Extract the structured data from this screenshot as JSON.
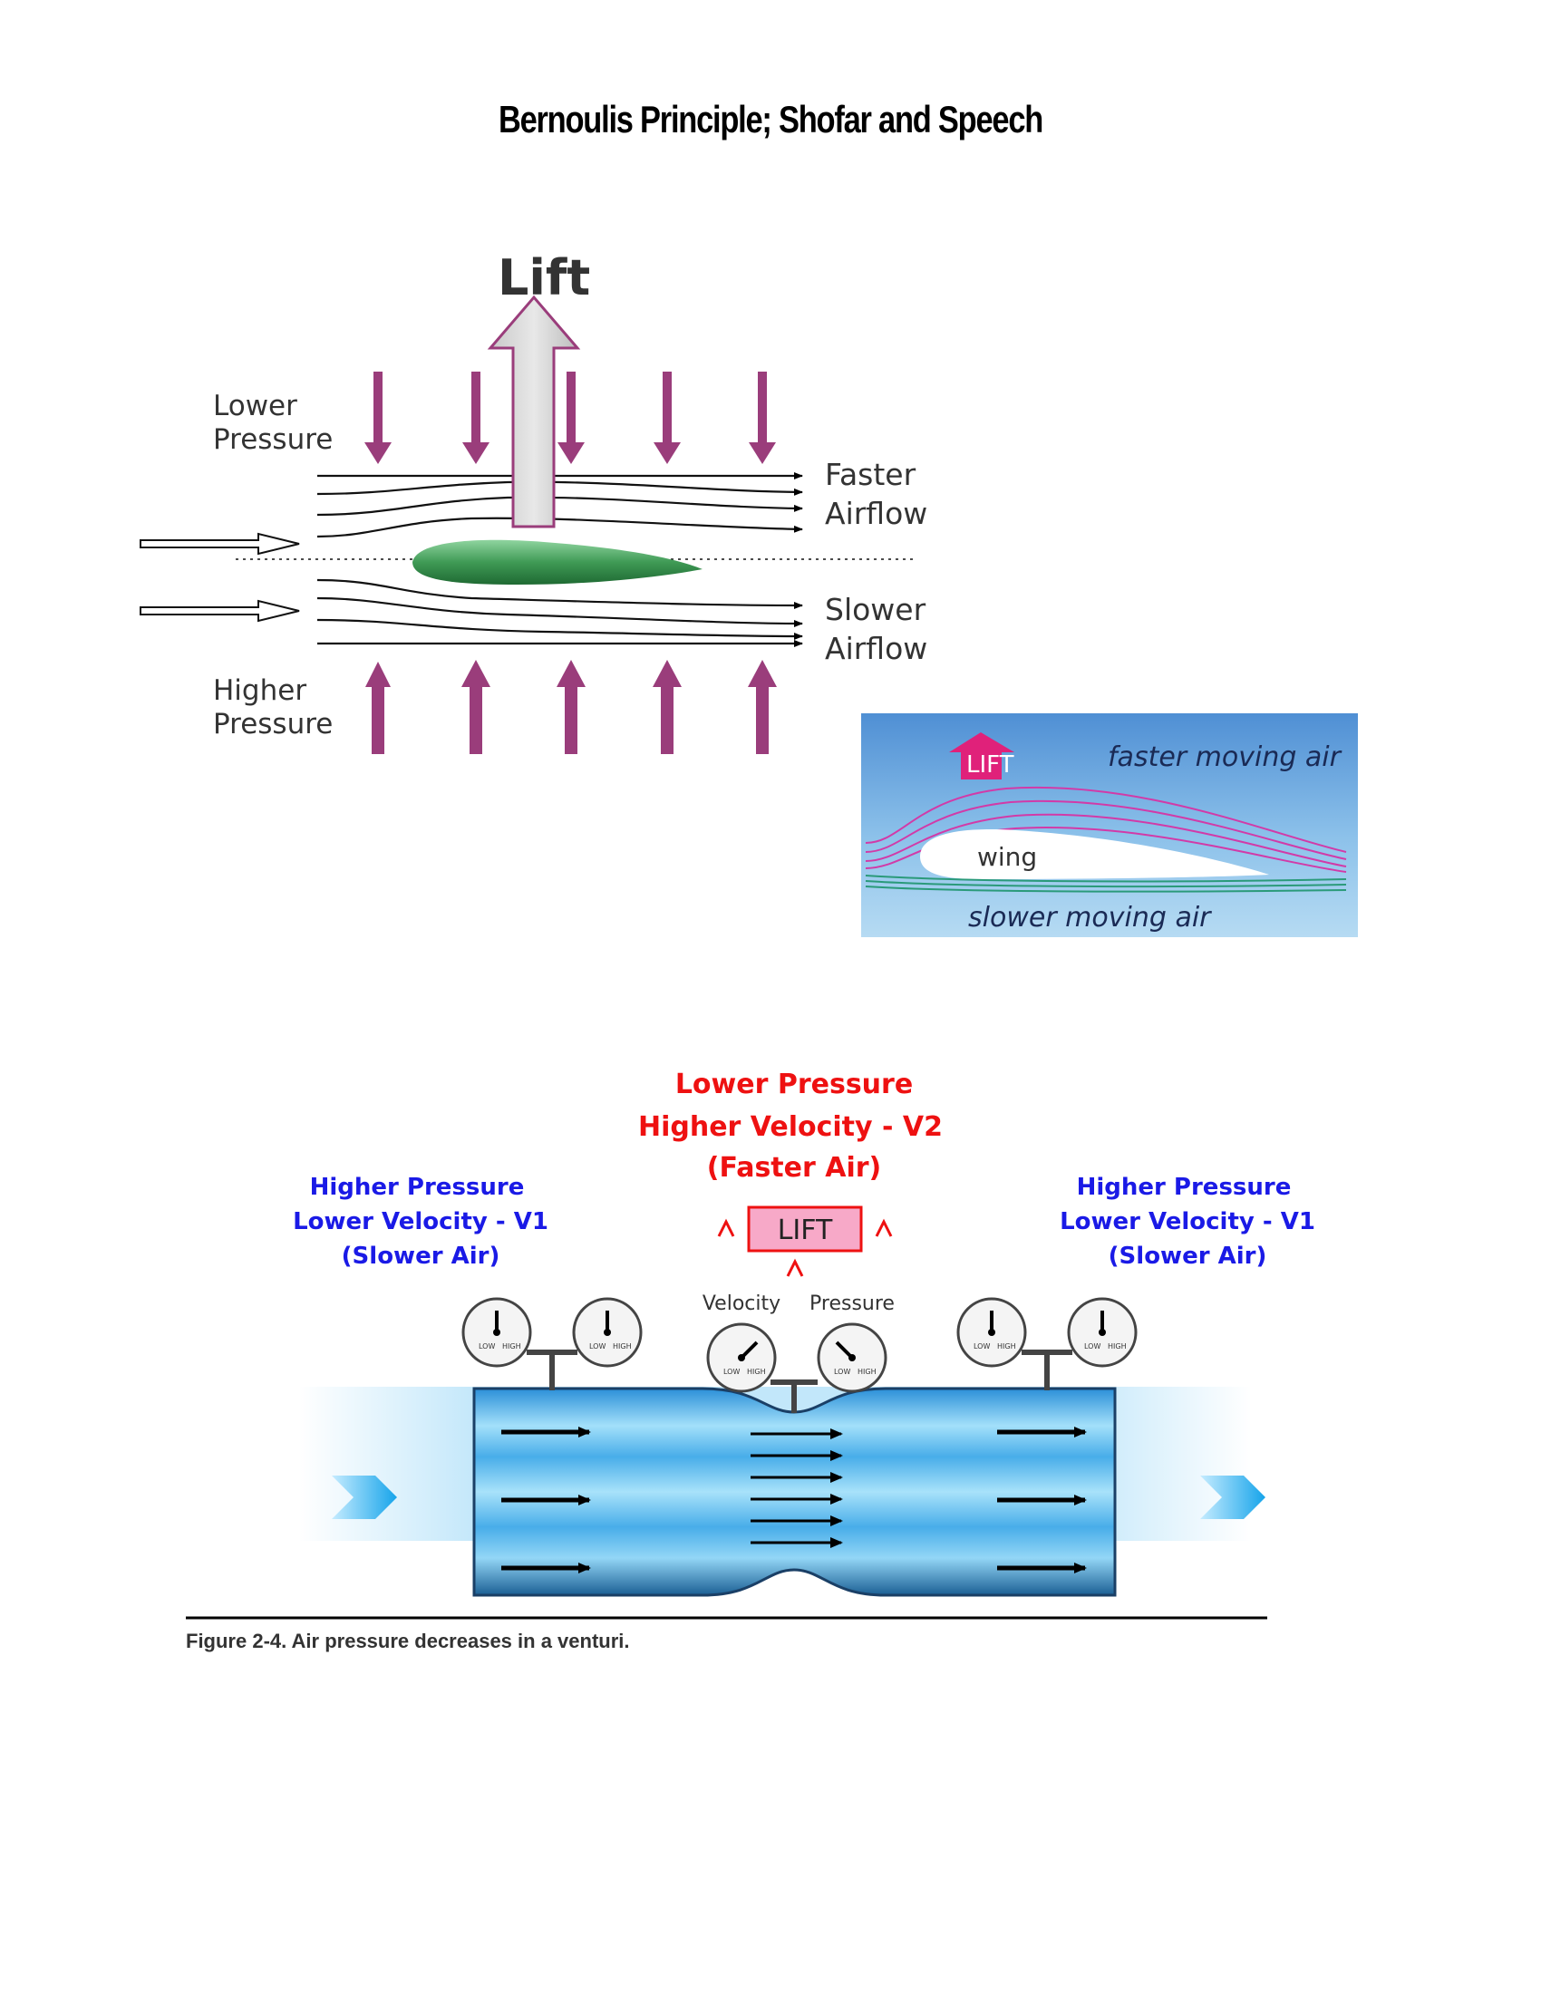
{
  "title": "Bernoulis Principle; Shofar and Speech",
  "airfoil": {
    "lift_label": "Lift",
    "lower_pressure": [
      "Lower",
      "Pressure"
    ],
    "higher_pressure": [
      "Higher",
      "Pressure"
    ],
    "faster_airflow": [
      "Faster",
      "Airflow"
    ],
    "slower_airflow": [
      "Slower",
      "Airflow"
    ]
  },
  "wing_inset": {
    "lift_badge": "LIFT",
    "top_label": "faster moving air",
    "wing_label": "wing",
    "bottom_label": "slower moving air"
  },
  "venturi": {
    "center_lines": [
      "Lower Pressure",
      "Higher Velocity -  V2",
      "(Faster Air)"
    ],
    "left_lines": [
      "Higher Pressure",
      "Lower Velocity - V1",
      "(Slower Air)"
    ],
    "right_lines": [
      "Higher Pressure",
      "Lower Velocity - V1",
      "(Slower Air)"
    ],
    "lift_box": "LIFT",
    "velocity_label": "Velocity",
    "pressure_label": "Pressure",
    "gauge_low": "LOW",
    "gauge_high": "HIGH"
  },
  "caption": "Figure 2-4. Air pressure decreases in a venturi.",
  "colors": {
    "purple_arrow": "#9a3d7b",
    "wing_green": "#3f9a55",
    "inset_bg": "#5d9bd8",
    "red_text": "#ee1111",
    "blue_text": "#1a1ae6",
    "lift_box_fill": "#f7a9c8",
    "tube_blue": "#4fb3ea"
  }
}
